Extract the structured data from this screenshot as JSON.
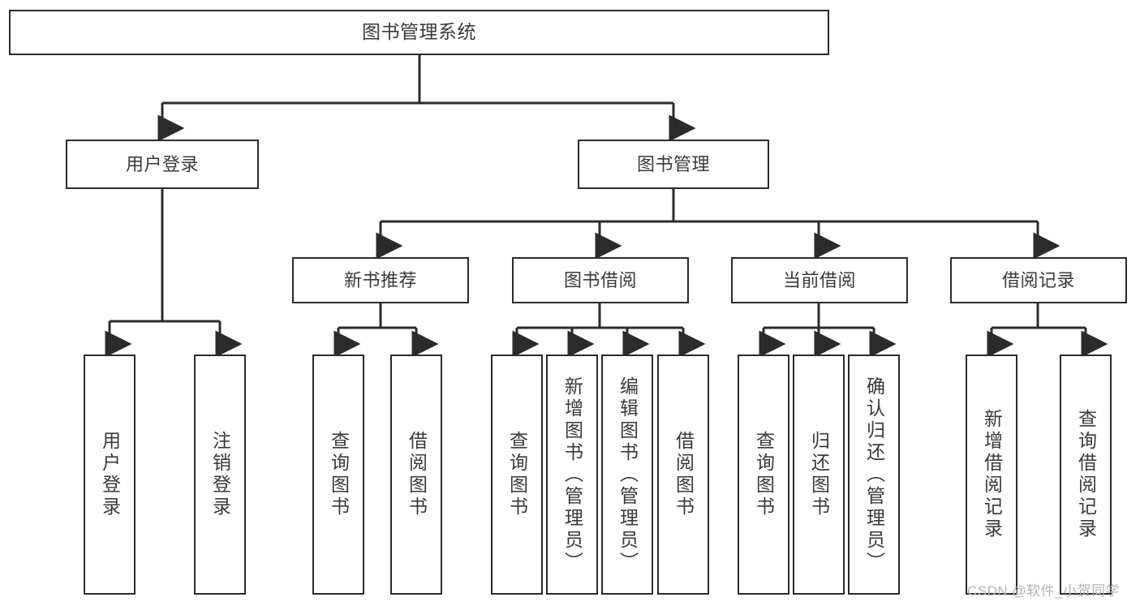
{
  "diagram": {
    "title": "图书管理系统",
    "type": "hierarchy-tree",
    "levels": [
      {
        "level": 1,
        "nodes": [
          {
            "id": "root",
            "label": "图书管理系统"
          }
        ]
      },
      {
        "level": 2,
        "nodes": [
          {
            "id": "user-login",
            "label": "用户登录"
          },
          {
            "id": "book-management",
            "label": "图书管理"
          }
        ]
      },
      {
        "level": 3,
        "nodes": [
          {
            "id": "new-book-recommend",
            "label": "新书推荐"
          },
          {
            "id": "book-borrow",
            "label": "图书借阅"
          },
          {
            "id": "current-borrow",
            "label": "当前借阅"
          },
          {
            "id": "borrow-record",
            "label": "借阅记录"
          }
        ]
      },
      {
        "level": 4,
        "nodes": [
          {
            "id": "leaf-user-login",
            "label": "用户登录",
            "parent": "user-login"
          },
          {
            "id": "leaf-logout",
            "label": "注销登录",
            "parent": "user-login"
          },
          {
            "id": "leaf-query-book-1",
            "label": "查询图书",
            "parent": "new-book-recommend"
          },
          {
            "id": "leaf-borrow-book-1",
            "label": "借阅图书",
            "parent": "new-book-recommend"
          },
          {
            "id": "leaf-query-book-2",
            "label": "查询图书",
            "parent": "book-borrow"
          },
          {
            "id": "leaf-add-book",
            "label": "新增图书（管理员）",
            "parent": "book-borrow"
          },
          {
            "id": "leaf-edit-book",
            "label": "编辑图书（管理员）",
            "parent": "book-borrow"
          },
          {
            "id": "leaf-borrow-book-2",
            "label": "借阅图书",
            "parent": "book-borrow"
          },
          {
            "id": "leaf-query-book-3",
            "label": "查询图书",
            "parent": "current-borrow"
          },
          {
            "id": "leaf-return-book",
            "label": "归还图书",
            "parent": "current-borrow"
          },
          {
            "id": "leaf-confirm-return",
            "label": "确认归还（管理员）",
            "parent": "current-borrow"
          },
          {
            "id": "leaf-add-record",
            "label": "新增借阅记录",
            "parent": "borrow-record"
          },
          {
            "id": "leaf-query-record",
            "label": "查询借阅记录",
            "parent": "borrow-record"
          }
        ]
      }
    ],
    "watermark": "CSDN @软件_小贺同学",
    "colors": {
      "box_border": "#2b2b2b",
      "box_fill": "#ffffff",
      "text": "#3a3a3a",
      "connector": "#2b2b2b",
      "watermark": "#b4b4b4",
      "background": "#ffffff"
    }
  }
}
